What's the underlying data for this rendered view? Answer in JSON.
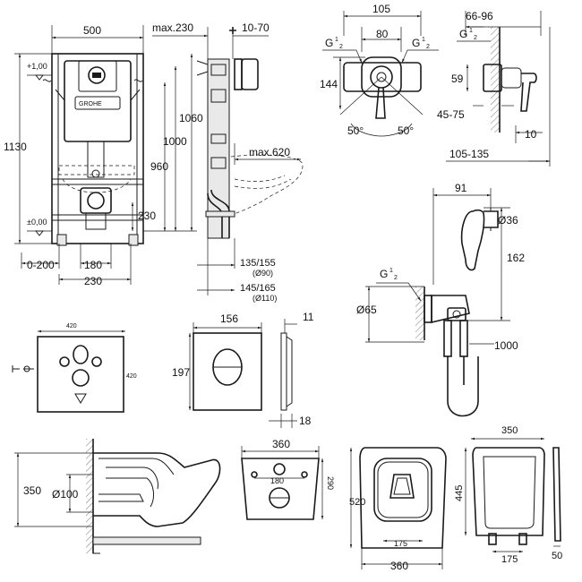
{
  "install_frame": {
    "width": "500",
    "max_depth": "max.230",
    "adjust": "10-70",
    "level_top": "+1,00",
    "level_floor": "±0,00",
    "height_total": "1130",
    "height_1060": "1060",
    "height_1000": "1000",
    "height_960": "960",
    "height_230": "230",
    "max_620": "max.620",
    "floor_range": "0-200",
    "spacing_180": "180",
    "spacing_230": "230",
    "pipe_135_155": "135/155",
    "pipe_d90": "(Ø90)",
    "pipe_145_165": "145/165",
    "pipe_d110": "(Ø110)",
    "brand": "GROHE"
  },
  "mixer": {
    "dim_105": "105",
    "dim_80": "80",
    "thread_left": "G",
    "thread_right": "G",
    "thread_side": "G",
    "thread_num": "1",
    "thread_den": "2",
    "dim_144": "144",
    "dim_59": "59",
    "dim_66_96": "66-96",
    "dim_45_75": "45-75",
    "angle_left": "50°",
    "angle_right": "50°",
    "dim_10": "10",
    "dim_105_135": "105-135"
  },
  "hygienic_shower": {
    "dim_91": "91",
    "dim_d36": "Ø36",
    "dim_162": "162",
    "thread": "G",
    "thread_num": "1",
    "thread_den": "2",
    "dim_d65": "Ø65",
    "hose_length": "1000"
  },
  "sound_pad": {
    "width": "420",
    "height": "420"
  },
  "flush_plate": {
    "width": "156",
    "height": "197",
    "depth_top": "11",
    "depth_bottom": "18"
  },
  "wc_bowl": {
    "height": "350",
    "outlet": "Ø100",
    "width": "360",
    "fix_spacing": "180",
    "depth_290": "290",
    "length": "520",
    "top_width": "360",
    "top_spacing": "175"
  },
  "seat": {
    "width": "350",
    "length": "445",
    "hinge_spacing": "175",
    "thickness": "50"
  }
}
